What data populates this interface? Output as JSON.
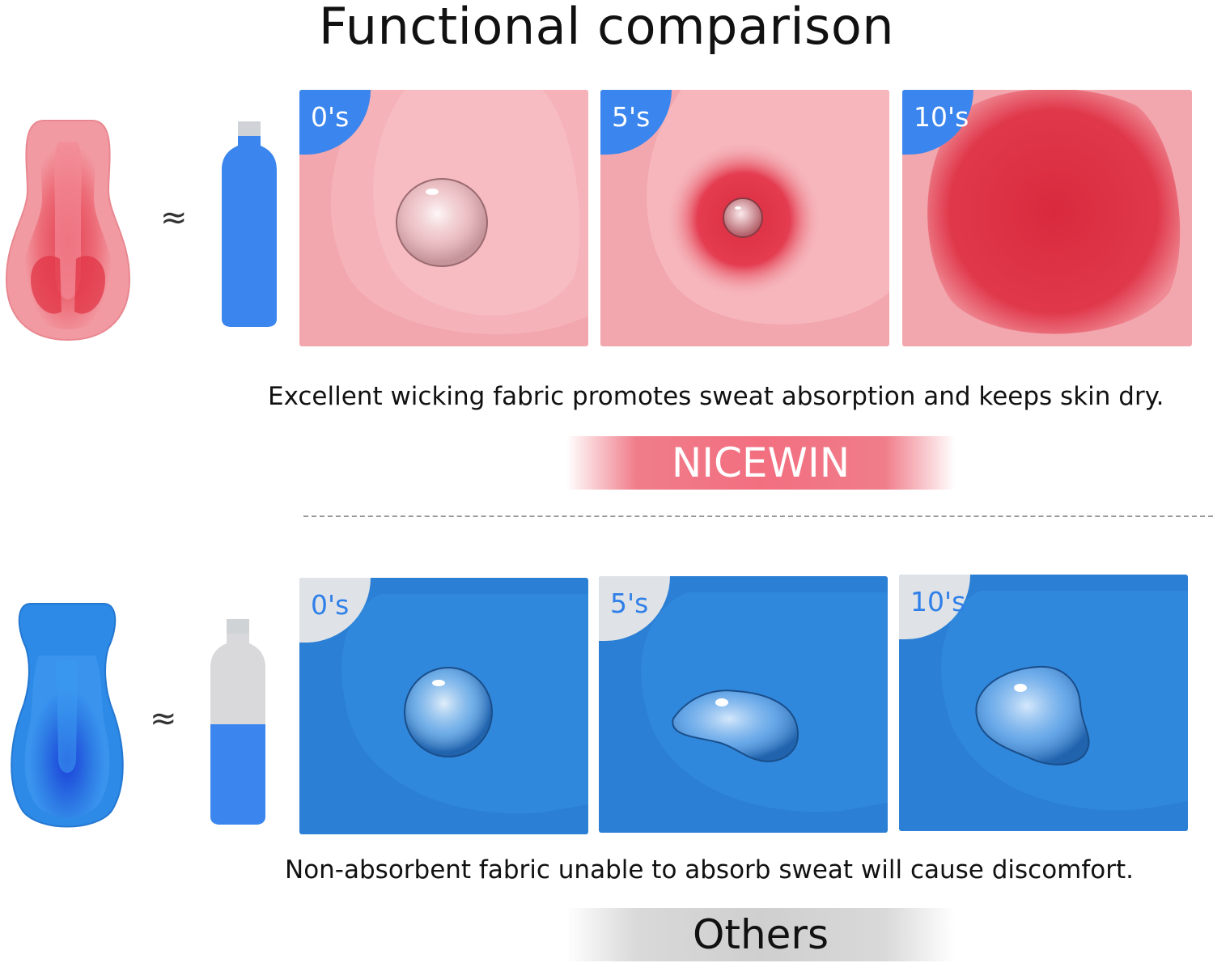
{
  "title": "Functional comparison",
  "approx_symbol": "≈",
  "nicewin": {
    "timepoints": [
      "0's",
      "5's",
      "10's"
    ],
    "caption": "Excellent wicking fabric promotes sweat absorption and keeps skin dry.",
    "brand": "NICEWIN",
    "bottle_fill": 1.0
  },
  "others": {
    "timepoints": [
      "0's",
      "5's",
      "10's"
    ],
    "caption": "Non-absorbent fabric unable to absorb sweat will cause  discomfort.",
    "brand": "Others",
    "bottle_fill": 0.5
  },
  "colors": {
    "nicewin_pad": "#f29aa2",
    "absorb_red": "#e0303f",
    "others_pad": "#2c86dc",
    "bottle_blue": "#3b86ee",
    "bottle_gray": "#d9d9db"
  }
}
